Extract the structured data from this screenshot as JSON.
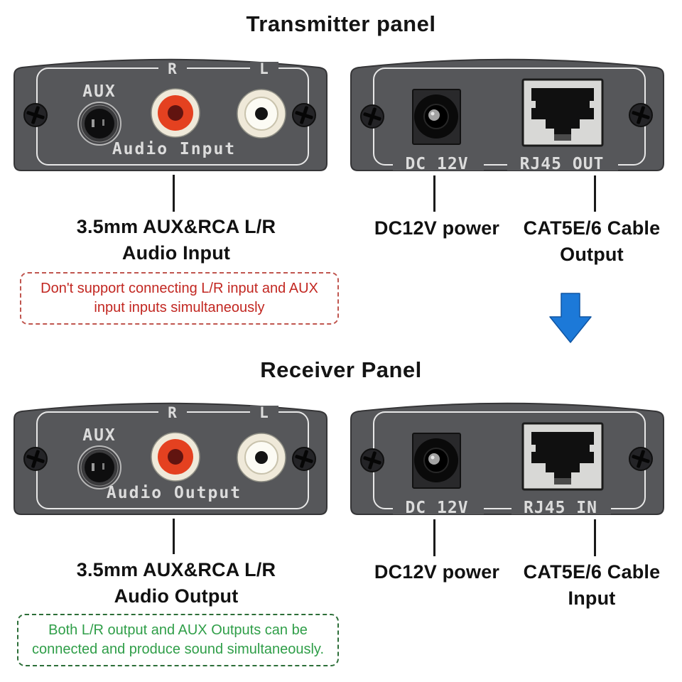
{
  "sections": {
    "transmitter": {
      "title": "Transmitter panel",
      "audio_panel": {
        "aux_label": "AUX",
        "right_label": "R",
        "left_label": "L",
        "port_label": "Audio Input"
      },
      "power_panel": {
        "dc_label": "DC 12V",
        "rj45_label": "RJ45 OUT"
      },
      "captions": {
        "audio_line1": "3.5mm AUX&RCA L/R",
        "audio_line2": "Audio Input",
        "power": "DC12V power",
        "cable_line1": "CAT5E/6 Cable",
        "cable_line2": "Output"
      },
      "note": {
        "line1": "Don't support connecting L/R input and AUX",
        "line2": "input inputs simultaneously"
      }
    },
    "receiver": {
      "title": "Receiver Panel",
      "audio_panel": {
        "aux_label": "AUX",
        "right_label": "R",
        "left_label": "L",
        "port_label": "Audio Output"
      },
      "power_panel": {
        "dc_label": "DC 12V",
        "rj45_label": "RJ45 IN"
      },
      "captions": {
        "audio_line1": "3.5mm AUX&RCA L/R",
        "audio_line2": "Audio Output",
        "power": "DC12V power",
        "cable_line1": "CAT5E/6 Cable",
        "cable_line2": "Input"
      },
      "note": {
        "line1": "Both L/R output and AUX Outputs can be",
        "line2": "connected and produce sound simultaneously."
      }
    }
  },
  "colors": {
    "panel_gray": "#56575a",
    "panel_edge": "#353537",
    "engraved_line": "#e7e7e7",
    "rca_red": "#e44120",
    "rca_cream": "#efe9d9",
    "rj45_bezel": "#d8d8d6",
    "arrow_blue": "#1c79d8",
    "note_red_text": "#c22721",
    "note_green_text": "#2f9e48"
  }
}
